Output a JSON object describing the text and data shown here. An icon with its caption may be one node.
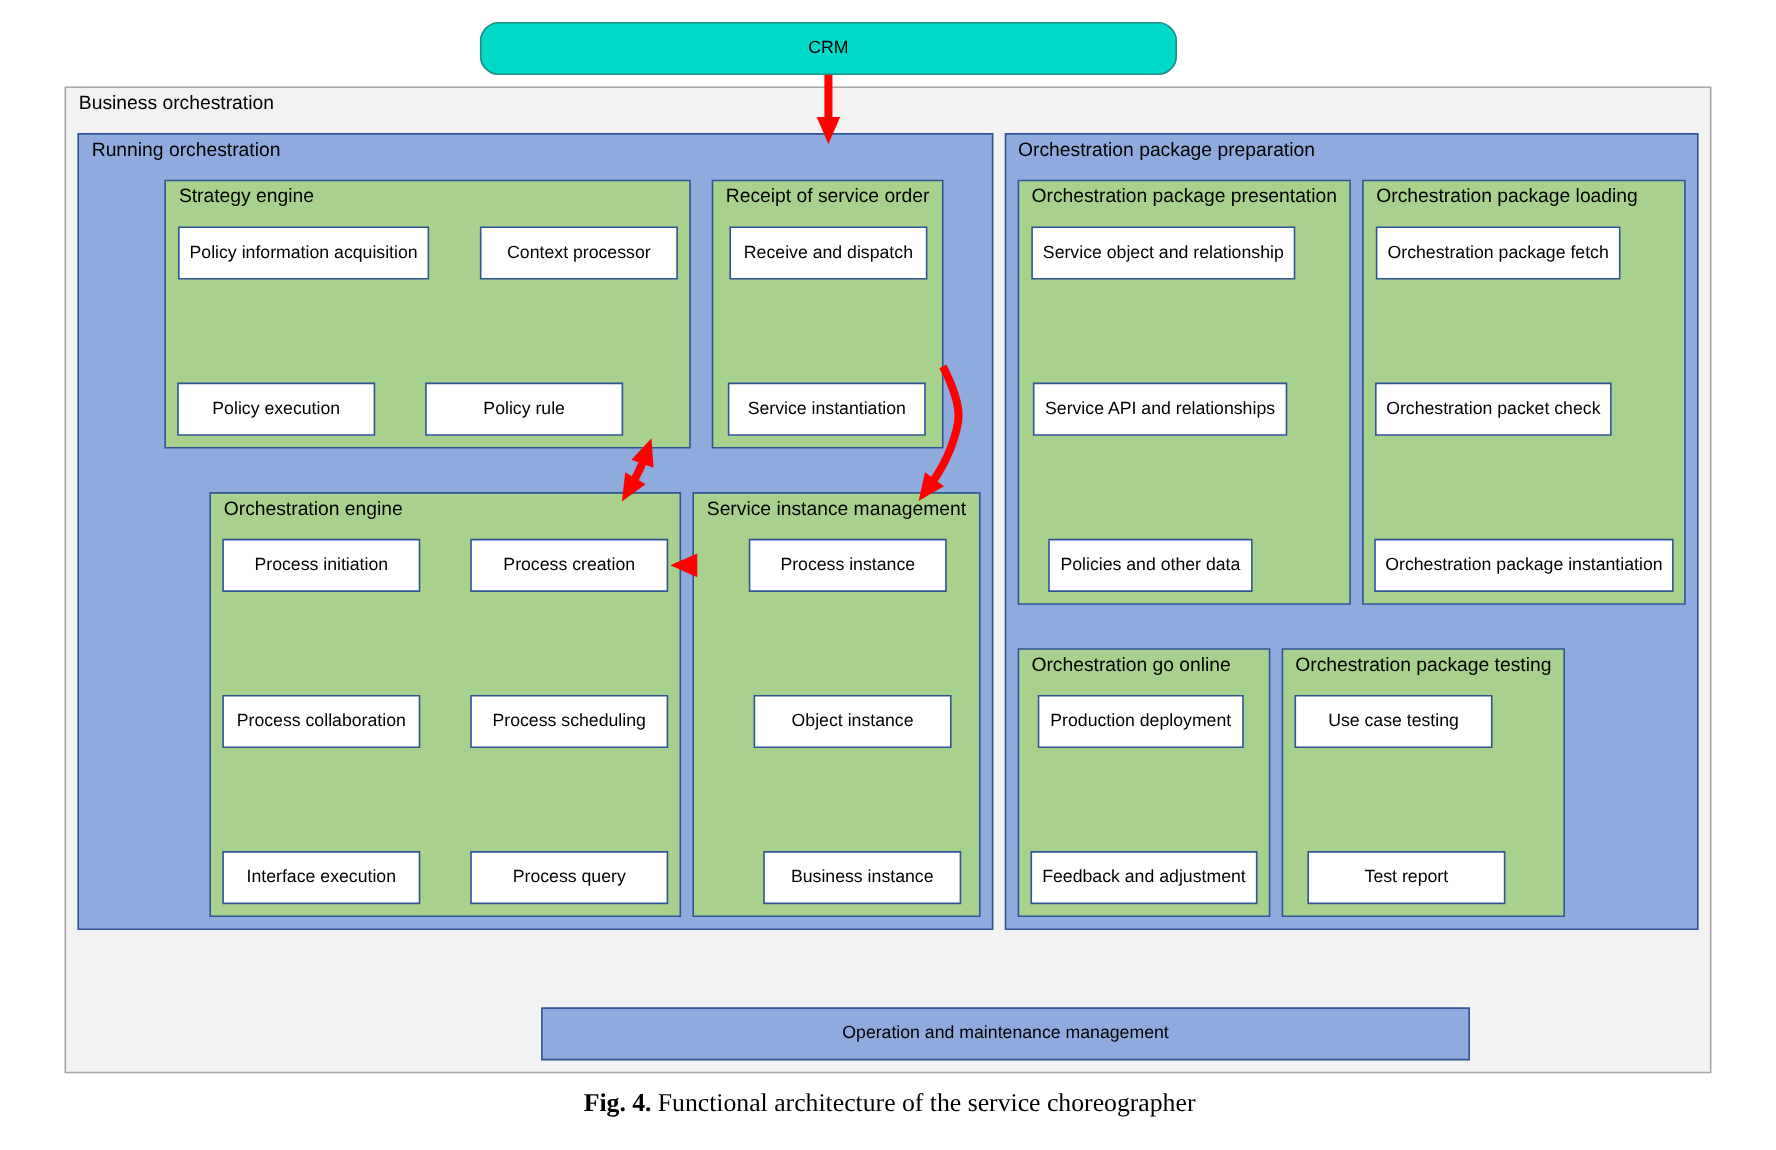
{
  "diagram": {
    "caption": "**Fig. 4.** Functional architecture of the service choreographer",
    "nodes": [
      {
        "text": [
          "CRM"
        ]
      },
      {
        "text": [
          "Business orchestration"
        ]
      },
      {
        "text": [
          "Orchestration package preparation"
        ],
        "in": 1
      },
      {
        "text": [
          "Orchestration package loading"
        ],
        "in": 2
      },
      {
        "text": [
          "Orchestration package fetch"
        ],
        "in": 3
      },
      {
        "text": [
          "Orchestration packet check"
        ],
        "in": 3
      },
      {
        "text": [
          "Orchestration package instantiation"
        ],
        "in": 3
      },
      {
        "text": [
          "Orchestration package presentation"
        ],
        "in": 2
      },
      {
        "text": [
          "Service object and relationship"
        ],
        "in": 7
      },
      {
        "text": [
          "Service API and relationships"
        ],
        "in": 7
      },
      {
        "text": [
          "Policies and other data"
        ],
        "in": 7
      },
      {
        "text": [
          "Orchestration package testing"
        ],
        "in": 2
      },
      {
        "text": [
          "Use case testing"
        ],
        "in": 11
      },
      {
        "text": [
          "Test report"
        ],
        "in": 11
      },
      {
        "text": [
          "Orchestration go online"
        ],
        "in": 2
      },
      {
        "text": [
          "Production deployment"
        ],
        "in": 14
      },
      {
        "text": [
          "Feedback and adjustment"
        ],
        "in": 14
      },
      {
        "text": [
          "Running orchestration"
        ],
        "in": 1
      },
      {
        "text": [
          "Receipt of service order"
        ],
        "in": 17
      },
      {
        "text": [
          "Receive and dispatch"
        ],
        "in": 18
      },
      {
        "text": [
          "Service instantiation"
        ],
        "in": 18
      },
      {
        "text": [
          "Strategy engine"
        ],
        "in": 17
      },
      {
        "text": [
          "Context processor"
        ],
        "in": 21
      },
      {
        "text": [
          "Policy information acquisition"
        ],
        "in": 21
      },
      {
        "text": [
          "Policy rule"
        ],
        "in": 21
      },
      {
        "text": [
          "Policy execution"
        ],
        "in": 21
      },
      {
        "text": [
          "Service instance management"
        ],
        "in": 17
      },
      {
        "text": [
          "Process instance"
        ],
        "in": 26
      },
      {
        "text": [
          "Object instance"
        ],
        "in": 26
      },
      {
        "text": [
          "Business instance"
        ],
        "in": 26
      },
      {
        "text": [
          "Orchestration engine"
        ],
        "in": 17
      },
      {
        "text": [
          "Process creation"
        ],
        "in": 30
      },
      {
        "text": [
          "Process initiation"
        ],
        "in": 30
      },
      {
        "text": [
          "Process scheduling"
        ],
        "in": 30
      },
      {
        "text": [
          "Process collaboration"
        ],
        "in": 30
      },
      {
        "text": [
          "Process query"
        ],
        "in": 30
      },
      {
        "text": [
          "Interface execution"
        ],
        "in": 30
      },
      {
        "text": [
          "Operation and maintenance management"
        ],
        "in": 1
      }
    ],
    "edges": [
      {
        "from": 0,
        "to": 17,
        "arrow": "to",
        "color": "#ff0000"
      },
      {
        "from": 18,
        "to": 26,
        "arrow": "to",
        "color": "#ff0000"
      },
      {
        "from": 21,
        "to": 30,
        "arrow": "both",
        "color": "#ff0000"
      },
      {
        "from": 26,
        "to": 30,
        "arrow": "to",
        "color": "#ff0000"
      }
    ]
  }
}
